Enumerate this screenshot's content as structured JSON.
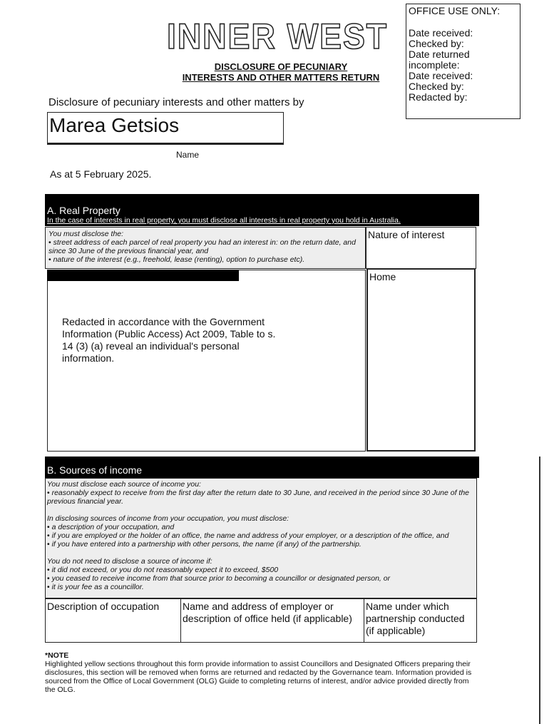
{
  "office_use": {
    "heading": "OFFICE USE ONLY:",
    "fields": [
      "Date received:",
      "Checked by:",
      "Date returned",
      "incomplete:",
      "Date received:",
      "Checked by:",
      "Redacted by:"
    ]
  },
  "logo": {
    "text": "INNER WEST"
  },
  "title": {
    "line1": "DISCLOSURE OF PECUNIARY",
    "line2": "INTERESTS AND OTHER MATTERS RETURN"
  },
  "disclosure_by": "Disclosure of pecuniary interests and other matters by",
  "name": {
    "value": "Marea Getsios",
    "label": "Name"
  },
  "as_at": "As at 5 February 2025.",
  "section_a": {
    "heading": "A. Real Property",
    "subheading": "In the case of interests in real property, you must disclose all interests in real property you hold in Australia.",
    "instruction_intro": "You must disclose the:",
    "instruction_items": [
      "street address of each parcel of real property you had an interest in: on the return date, and since 30 June of the previous financial year, and",
      "nature of the interest (e.g., freehold, lease (renting), option to purchase etc)."
    ],
    "nature_header": "Nature of interest",
    "redaction_note": "Redacted in accordance with the Government Information (Public Access) Act 2009, Table to s. 14 (3) (a) reveal an individual's personal information.",
    "nature_value": "Home"
  },
  "section_b": {
    "heading": "B. Sources of income",
    "intro1": "You must disclose each source of income you:",
    "items1": [
      "reasonably expect to receive from the first day after the return date to 30 June, and received in the period since 30 June of the previous financial year."
    ],
    "intro2": "In disclosing sources of income from your occupation, you must disclose:",
    "items2": [
      "a description of your occupation, and",
      "if you are employed or the holder of an office, the name and address of your employer, or a description of the office, and",
      "if you have entered into a partnership with other persons, the name (if any) of the partnership."
    ],
    "intro3": "You do not need to disclose a source of income if:",
    "items3": [
      "it did not exceed, or you do not reasonably expect it to exceed, $500",
      "you ceased to receive income from that source prior to becoming a councillor or designated person, or",
      "it is your fee as a councillor."
    ],
    "columns": [
      "Description of occupation",
      "Name and address of employer or description of office held (if applicable)",
      "Name under which partnership conducted (if applicable)"
    ]
  },
  "note": {
    "heading": "*NOTE",
    "text": "Highlighted yellow sections throughout this form provide information to assist Councillors and Designated Officers preparing their disclosures, this section will be removed when forms are returned and redacted by the Governance team. Information provided is sourced from the Office of Local Government (OLG) Guide to completing returns of interest, and/or advice provided directly from the OLG."
  }
}
